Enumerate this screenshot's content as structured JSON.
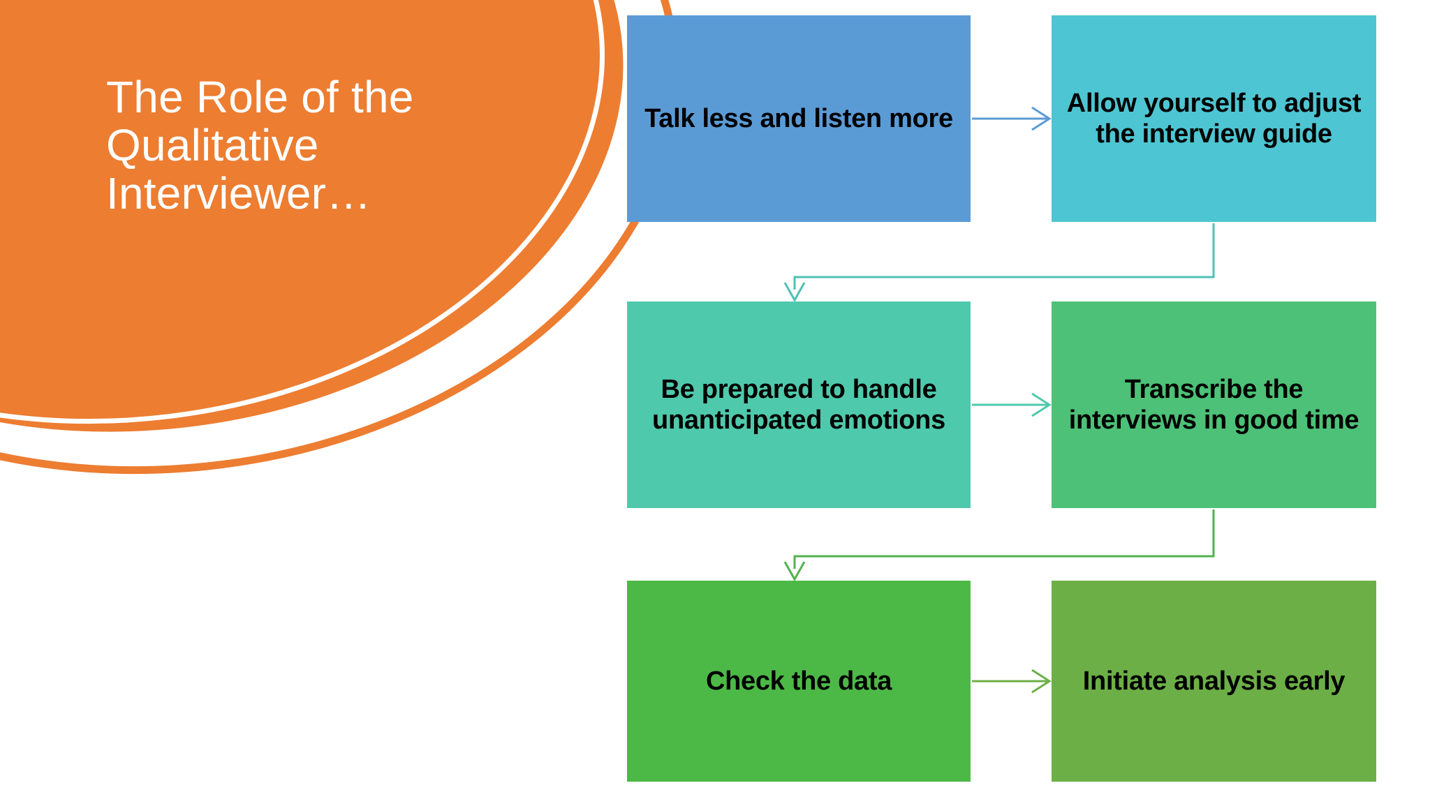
{
  "slide": {
    "background_color": "#FFFFFF",
    "title": "The Role of the Qualitative Interviewer…",
    "accent_color": "#ED7D31"
  },
  "decoration": {
    "blob_name": "orange-ellipse-banner",
    "blob_color": "#ED7D31",
    "outline_arc_color": "#ED7D31",
    "inner_highlight_color": "#FFFFFF"
  },
  "flowchart": {
    "type": "process-flow",
    "nodes": [
      {
        "id": "n1",
        "label": "Talk less and listen more",
        "color": "#5B9BD5",
        "row": 1,
        "col": 1
      },
      {
        "id": "n2",
        "label": "Allow yourself to adjust the interview guide",
        "color": "#4EC5D2",
        "row": 1,
        "col": 2
      },
      {
        "id": "n3",
        "label": "Be prepared to handle unanticipated emotions",
        "color": "#4FC9AC",
        "row": 2,
        "col": 1
      },
      {
        "id": "n4",
        "label": "Transcribe the interviews in good time",
        "color": "#4CC177",
        "row": 2,
        "col": 2
      },
      {
        "id": "n5",
        "label": "Check the data",
        "color": "#4CB947",
        "row": 3,
        "col": 1
      },
      {
        "id": "n6",
        "label": "Initiate analysis early",
        "color": "#6CAF46",
        "row": 3,
        "col": 2
      }
    ],
    "connectors": [
      {
        "id": "c1",
        "from": "n1",
        "to": "n2",
        "style": "straight-right",
        "color": "#5B9BD5"
      },
      {
        "id": "c2",
        "from": "n2",
        "to": "n3",
        "style": "elbow-down-left",
        "color": "#4FC1B3"
      },
      {
        "id": "c3",
        "from": "n3",
        "to": "n4",
        "style": "straight-right",
        "color": "#4FC9AC"
      },
      {
        "id": "c4",
        "from": "n4",
        "to": "n5",
        "style": "elbow-down-left",
        "color": "#52B24E"
      },
      {
        "id": "c5",
        "from": "n5",
        "to": "n6",
        "style": "straight-right",
        "color": "#6CAF46"
      }
    ]
  }
}
